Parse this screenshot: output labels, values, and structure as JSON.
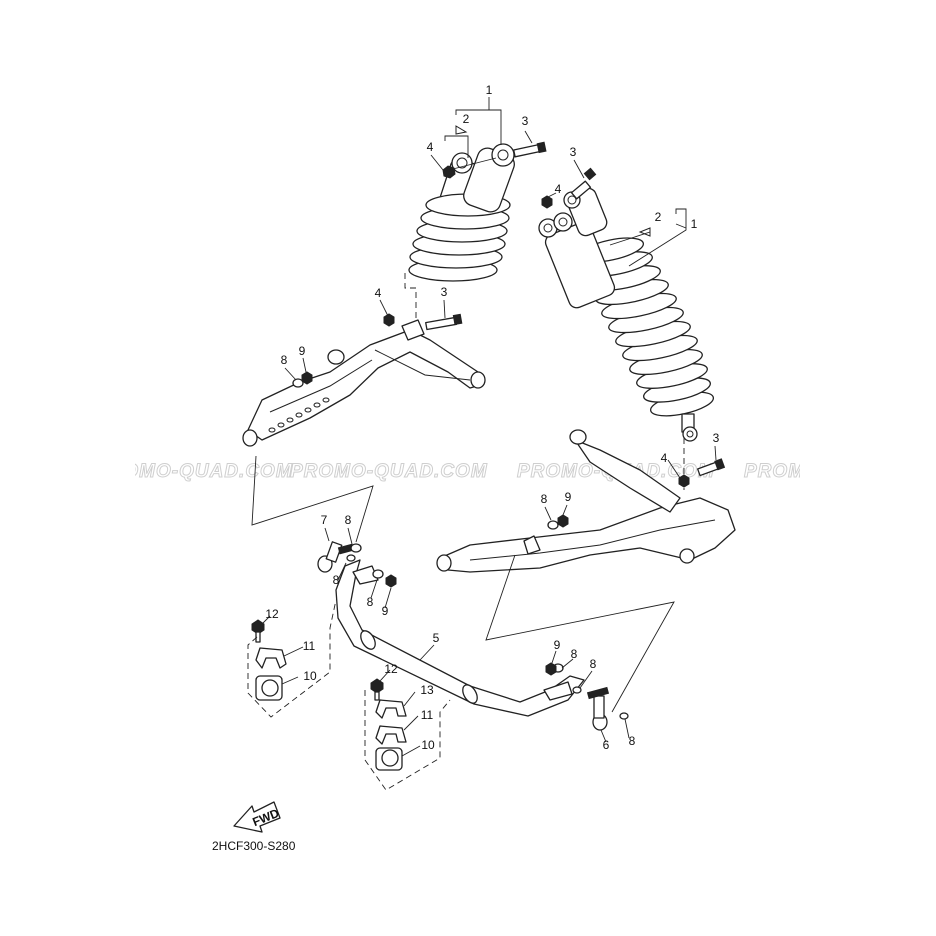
{
  "watermark": "PROMO-QUAD.COM",
  "diagram_code": "2HCF300-S280",
  "fwd_label": "FWD",
  "callouts": {
    "c1": "1",
    "c2": "2",
    "c3": "3",
    "c4": "4",
    "c5": "5",
    "c6": "6",
    "c7": "7",
    "c8": "8",
    "c9": "9",
    "c10": "10",
    "c11": "11",
    "c12": "12",
    "c13": "13"
  }
}
